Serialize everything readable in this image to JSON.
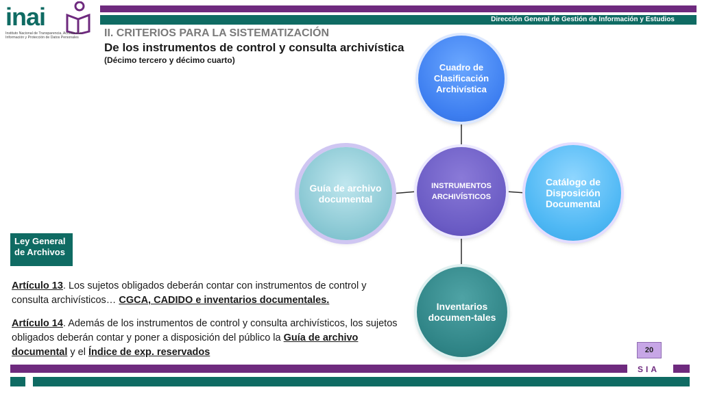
{
  "header": {
    "department": "Dirección General de Gestión de Información y Estudios"
  },
  "logo": {
    "word": "inai",
    "caption": "Instituto Nacional de Transparencia, Acceso a la Información y Protección de Datos Personales"
  },
  "title": {
    "section": "II. CRITERIOS PARA LA SISTEMATIZACIÓN",
    "subtitle": "De los instrumentos de control y consulta archivística",
    "note": "(Décimo tercero y décimo cuarto)"
  },
  "diagram": {
    "center": "INSTRUMENTOS ARCHIVÍSTICOS",
    "top": "Cuadro de Clasificación Archivística",
    "left": "Guía de archivo documental",
    "right": "Catálogo de Disposición Documental",
    "bottom": "Inventarios documen-tales"
  },
  "law_box": "Ley General de Archivos",
  "articles": {
    "a13": {
      "label": "Artículo 13",
      "text": ".  Los sujetos obligados deberán contar con instrumentos de control y consulta archivísticos… ",
      "emphasis": "CGCA, CADIDO e inventarios documentales."
    },
    "a14": {
      "label": "Artículo 14",
      "text": ". Además de los instrumentos de control y consulta archivísticos, los sujetos obligados deberán contar y poner a disposición del público la ",
      "emphasis1": "Guía de archivo documental",
      "mid": " y el ",
      "emphasis2": "Índice de exp. reservados"
    }
  },
  "page_number": "20",
  "footer": {
    "label": "SIA"
  },
  "colors": {
    "purple": "#6e2a7e",
    "teal": "#0f6b63"
  }
}
